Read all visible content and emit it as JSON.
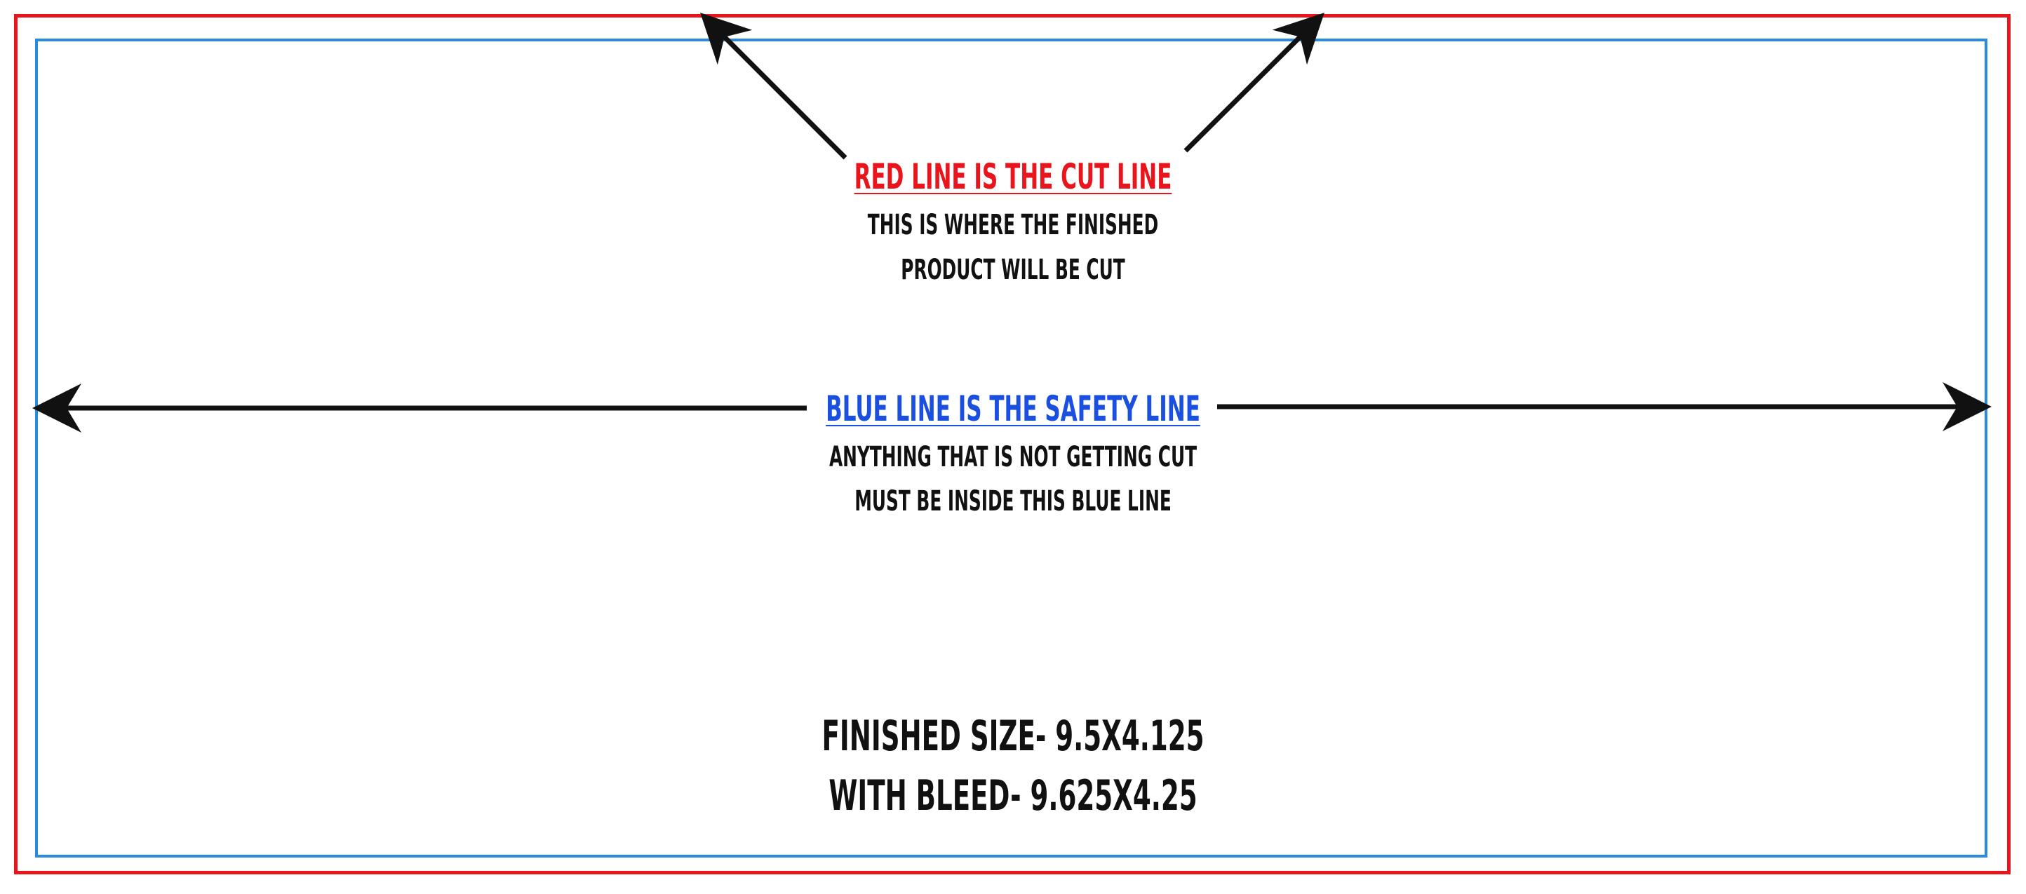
{
  "cut_line": {
    "heading": "RED LINE IS THE CUT LINE",
    "description_line1": "THIS IS WHERE THE FINISHED",
    "description_line2": "PRODUCT WILL BE CUT",
    "color": "#e8161c"
  },
  "safety_line": {
    "heading": "BLUE LINE IS THE SAFETY LINE",
    "description_line1": "ANYTHING THAT IS NOT GETTING CUT",
    "description_line2": "MUST BE INSIDE THIS BLUE LINE",
    "color": "#2a8ae0"
  },
  "sizes": {
    "finished": "FINISHED SIZE- 9.5X4.125",
    "with_bleed": "WITH BLEED- 9.625X4.25"
  }
}
